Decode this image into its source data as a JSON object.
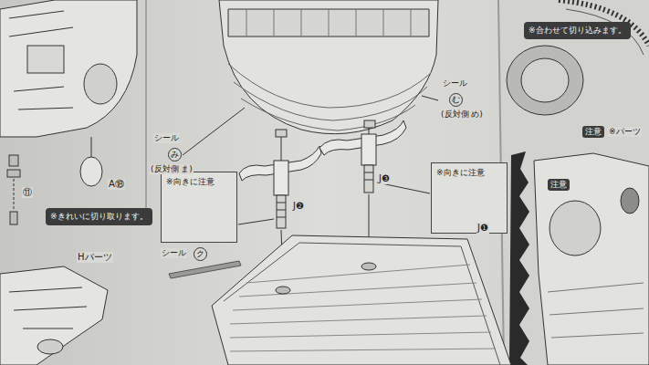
{
  "diagram": {
    "nodes": [
      {
        "text": [
          "※きれいに切り取ります。"
        ]
      },
      {
        "text": [
          "※向きに注意"
        ]
      },
      {
        "text": [
          "※向きに注意"
        ]
      },
      {
        "text": [
          "※合わせて切り込みます。"
        ]
      }
    ],
    "labels": [
      "⑪",
      "A⑱",
      "Hパーツ",
      "シール",
      "み",
      "(反対側 ま)",
      "シール",
      "む",
      "(反対側 め)",
      "J❷",
      "J❸",
      "シール",
      "ク",
      "J❶",
      "注意",
      "※パーツ",
      "注意"
    ]
  }
}
